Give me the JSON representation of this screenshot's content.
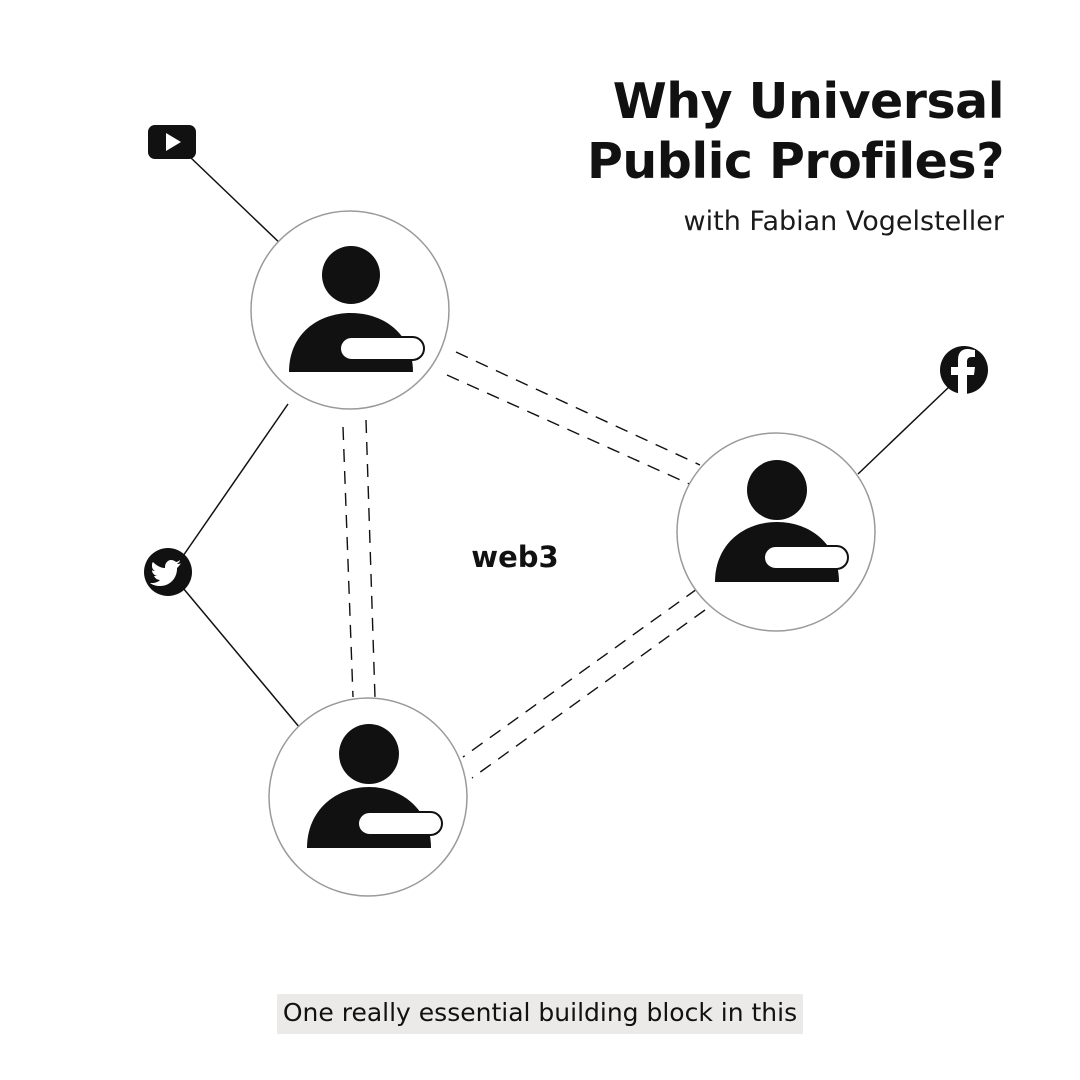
{
  "title": {
    "line1": "Why Universal",
    "line2": "Public Profiles?",
    "subtitle": "with Fabian Vogelsteller"
  },
  "diagram": {
    "center_label": "web3",
    "nodes": [
      {
        "id": "profile-a",
        "icon": "person-with-card-icon"
      },
      {
        "id": "profile-b",
        "icon": "person-with-card-icon"
      },
      {
        "id": "profile-c",
        "icon": "person-with-card-icon"
      }
    ],
    "platform_icons": [
      {
        "id": "youtube",
        "icon": "youtube-icon"
      },
      {
        "id": "facebook",
        "icon": "facebook-icon"
      },
      {
        "id": "twitter",
        "icon": "twitter-icon"
      }
    ]
  },
  "caption": "One really essential building block in this",
  "colors": {
    "ink": "#111111",
    "background": "#ffffff",
    "caption_bg": "#ece9e9",
    "circle_stroke": "#9a9a9a"
  }
}
